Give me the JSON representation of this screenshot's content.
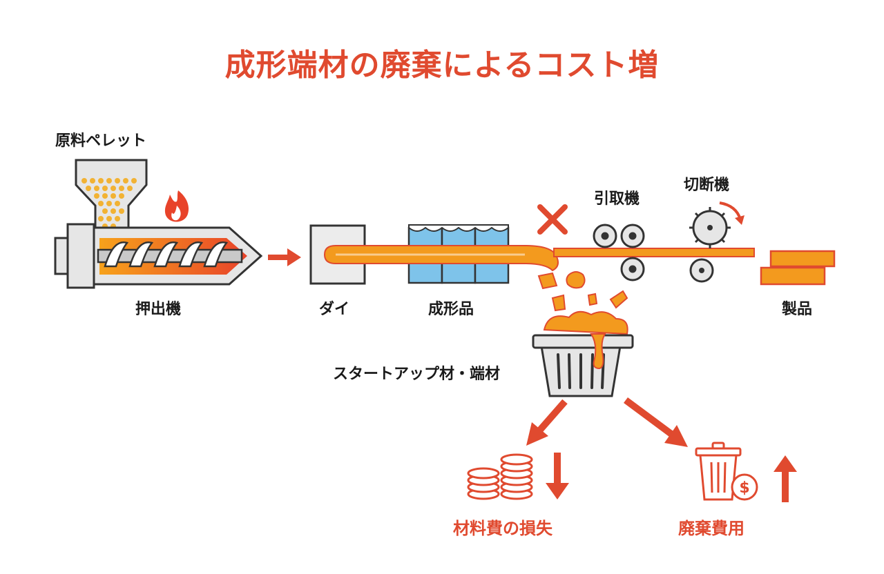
{
  "title": "成形端材の廃棄によるコスト増",
  "labels": {
    "pellet": "原料ペレット",
    "extruder": "押出機",
    "die": "ダイ",
    "molded": "成形品",
    "puller": "引取機",
    "cutter": "切断機",
    "product": "製品",
    "scrap": "スタートアップ材・端材",
    "material_loss": "材料費の損失",
    "disposal_cost": "廃棄費用"
  },
  "colors": {
    "accent": "#e04a2f",
    "molten": "#f39a1e",
    "pellet": "#f2b233",
    "water": "#7ec3ea",
    "outline": "#333333",
    "gray": "#d9d9d9"
  },
  "icons": {
    "fire": "fire-icon",
    "reject": "x-mark-icon",
    "coins": "coins-icon",
    "trash": "trash-can-icon",
    "dollar": "dollar-icon",
    "down": "arrow-down-icon",
    "up": "arrow-up-icon"
  }
}
